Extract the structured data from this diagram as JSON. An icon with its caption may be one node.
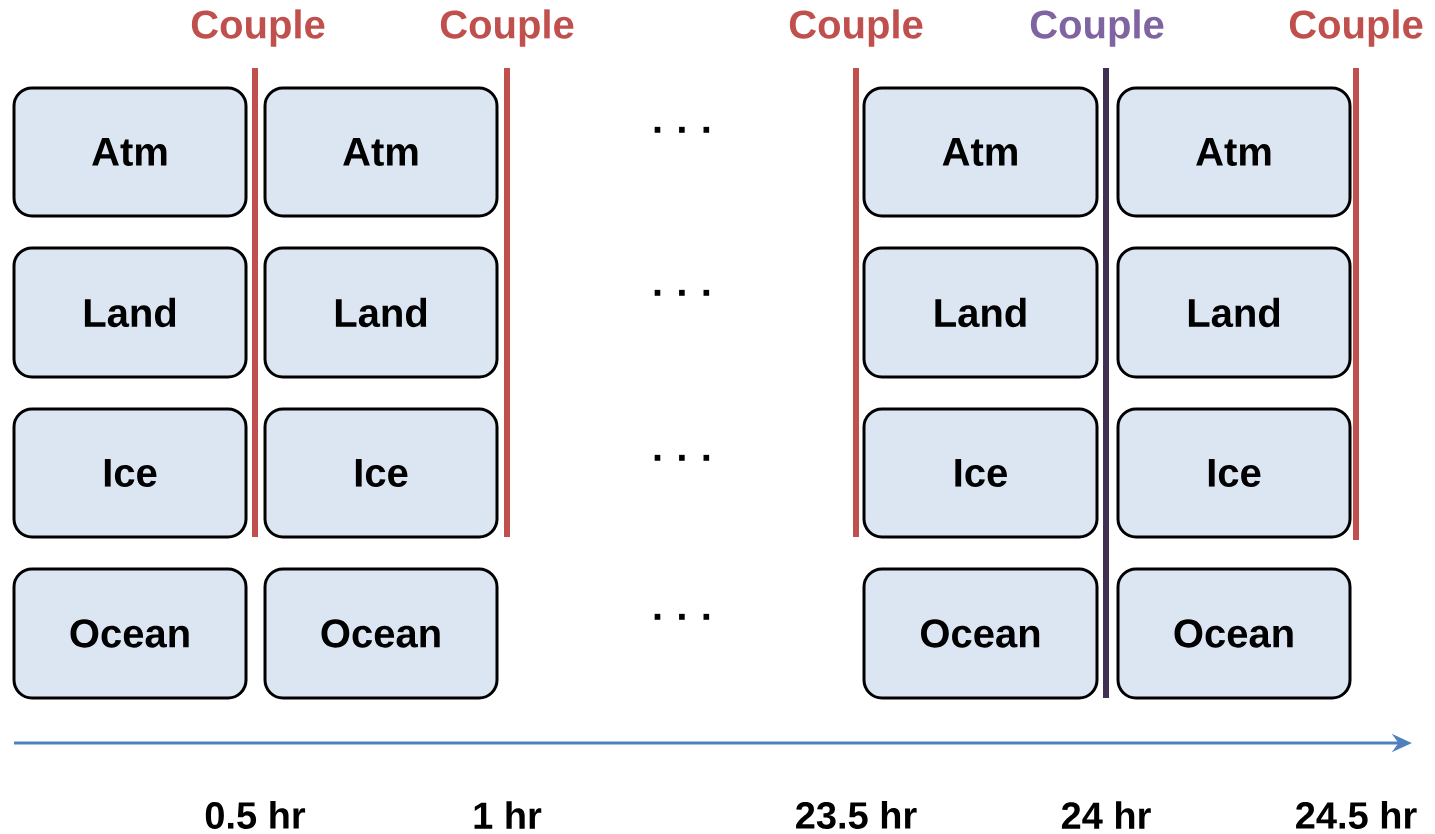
{
  "diagram": {
    "nodes": [
      {
        "text": [
          "Atm"
        ]
      },
      {
        "text": [
          "Atm"
        ]
      },
      {
        "text": [
          "Atm"
        ]
      },
      {
        "text": [
          "Atm"
        ]
      },
      {
        "text": [
          "Land"
        ]
      },
      {
        "text": [
          "Land"
        ]
      },
      {
        "text": [
          "Land"
        ]
      },
      {
        "text": [
          "Land"
        ]
      },
      {
        "text": [
          "Ice"
        ]
      },
      {
        "text": [
          "Ice"
        ]
      },
      {
        "text": [
          "Ice"
        ]
      },
      {
        "text": [
          "Ice"
        ]
      },
      {
        "text": [
          "Ocean"
        ]
      },
      {
        "text": [
          "Ocean"
        ]
      },
      {
        "text": [
          "Ocean"
        ]
      },
      {
        "text": [
          "Ocean"
        ]
      }
    ],
    "labels": [
      "Couple",
      "Couple",
      "Couple",
      "Couple",
      "Couple",
      "· · ·",
      "· · ·",
      "· · ·",
      "· · ·",
      "0.5 hr",
      "1 hr",
      "23.5 hr",
      "24 hr",
      "24.5 hr"
    ]
  }
}
